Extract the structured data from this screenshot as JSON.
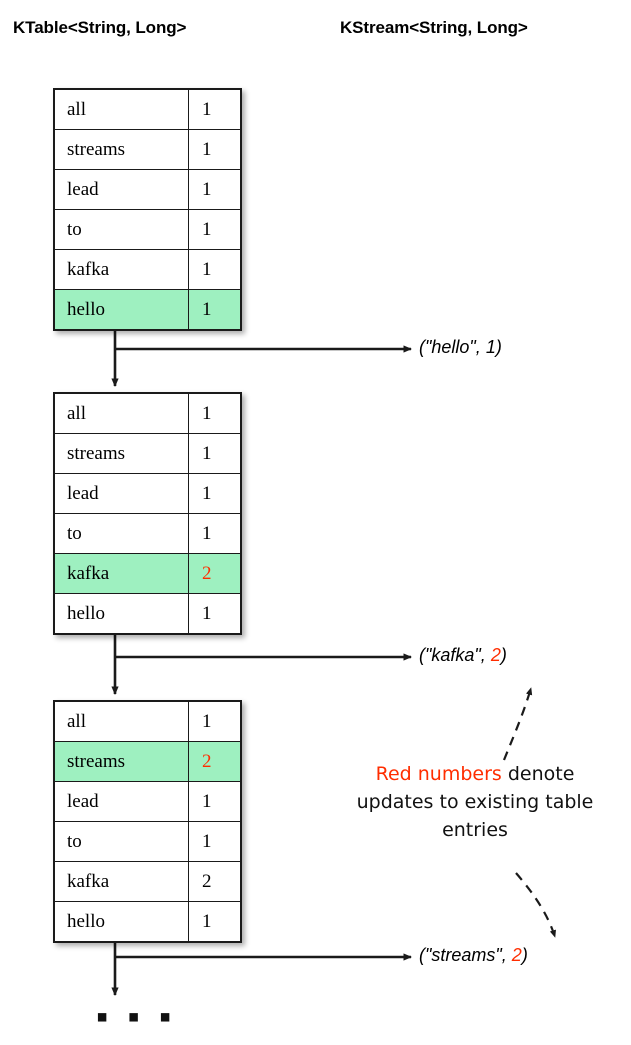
{
  "headers": {
    "ktable": "KTable<String, Long>",
    "kstream": "KStream<String, Long>"
  },
  "colors": {
    "highlight_green": "#9EF0C0",
    "update_red": "#FF2D00",
    "line_black": "#1A1A1A",
    "background": "#FFFFFF"
  },
  "tables": [
    {
      "id": "table-1",
      "rows": [
        {
          "key": "all",
          "value": "1",
          "highlighted": false,
          "red": false
        },
        {
          "key": "streams",
          "value": "1",
          "highlighted": false,
          "red": false
        },
        {
          "key": "lead",
          "value": "1",
          "highlighted": false,
          "red": false
        },
        {
          "key": "to",
          "value": "1",
          "highlighted": false,
          "red": false
        },
        {
          "key": "kafka",
          "value": "1",
          "highlighted": false,
          "red": false
        },
        {
          "key": "hello",
          "value": "1",
          "highlighted": true,
          "red": false
        }
      ]
    },
    {
      "id": "table-2",
      "rows": [
        {
          "key": "all",
          "value": "1",
          "highlighted": false,
          "red": false
        },
        {
          "key": "streams",
          "value": "1",
          "highlighted": false,
          "red": false
        },
        {
          "key": "lead",
          "value": "1",
          "highlighted": false,
          "red": false
        },
        {
          "key": "to",
          "value": "1",
          "highlighted": false,
          "red": false
        },
        {
          "key": "kafka",
          "value": "2",
          "highlighted": true,
          "red": true
        },
        {
          "key": "hello",
          "value": "1",
          "highlighted": false,
          "red": false
        }
      ]
    },
    {
      "id": "table-3",
      "rows": [
        {
          "key": "all",
          "value": "1",
          "highlighted": false,
          "red": false
        },
        {
          "key": "streams",
          "value": "2",
          "highlighted": true,
          "red": true
        },
        {
          "key": "lead",
          "value": "1",
          "highlighted": false,
          "red": false
        },
        {
          "key": "to",
          "value": "1",
          "highlighted": false,
          "red": false
        },
        {
          "key": "kafka",
          "value": "2",
          "highlighted": false,
          "red": false
        },
        {
          "key": "hello",
          "value": "1",
          "highlighted": false,
          "red": false
        }
      ]
    }
  ],
  "stream_events": [
    {
      "id": "stream-label-1",
      "prefix": "(\"hello\", ",
      "number": "1",
      "suffix": ")",
      "number_red": false
    },
    {
      "id": "stream-label-2",
      "prefix": "(\"kafka\", ",
      "number": "2",
      "suffix": ")",
      "number_red": true
    },
    {
      "id": "stream-label-3",
      "prefix": "(\"streams\", ",
      "number": "2",
      "suffix": ")",
      "number_red": true
    }
  ],
  "annotation": {
    "highlight": "Red numbers",
    "rest": " denote updates to existing table entries"
  },
  "ellipsis": "▪ ▪ ▪"
}
